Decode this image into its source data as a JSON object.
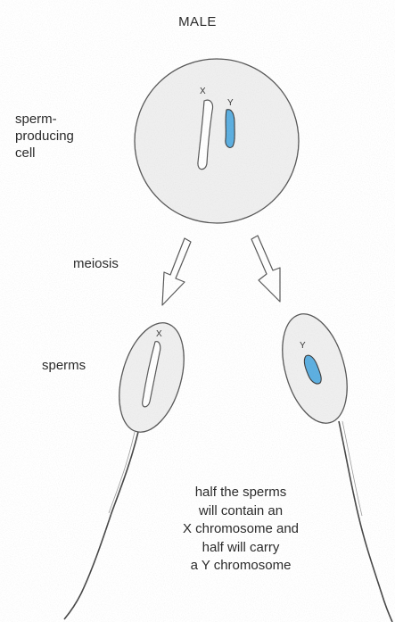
{
  "title": "MALE",
  "labels": {
    "cell": "sperm-\nproducing\ncell",
    "meiosis": "meiosis",
    "sperms": "sperms",
    "note": "half the sperms\nwill contain an\nX chromosome and\nhalf will carry\na Y chromosome"
  },
  "chromosomes": {
    "x": "X",
    "y": "Y"
  },
  "colors": {
    "cell_fill": "#efefef",
    "outline": "#555555",
    "y_chromosome": "#5aaee0",
    "x_chromosome": "#ffffff"
  }
}
